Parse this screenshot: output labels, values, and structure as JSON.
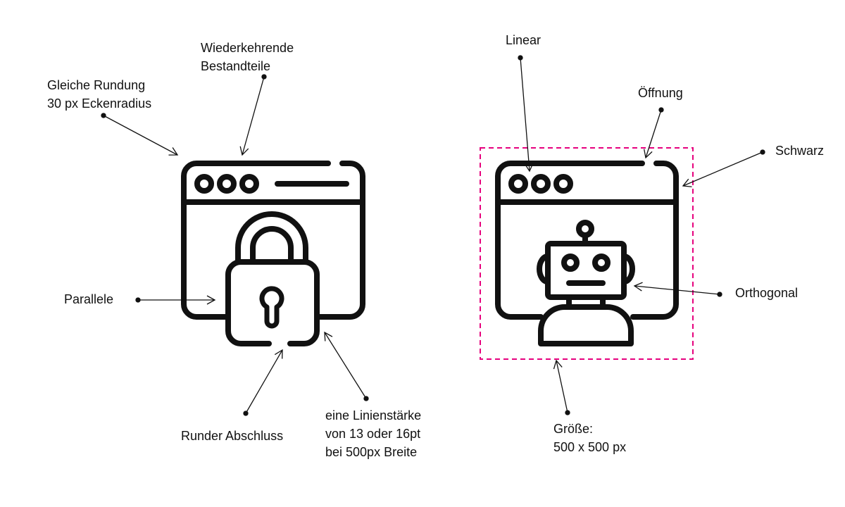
{
  "colors": {
    "stroke": "#111111",
    "size_frame": "#e6007e",
    "background": "#ffffff"
  },
  "icons": [
    "browser-lock-icon",
    "browser-robot-icon"
  ],
  "left_annotations": {
    "gleiche_rundung": [
      "Gleiche Rundung",
      "30 px Eckenradius"
    ],
    "wiederkehrende": [
      "Wiederkehrende",
      "Bestandteile"
    ],
    "parallele": "Parallele",
    "runder_abschluss": "Runder Abschluss",
    "linienstaerke": [
      "eine Linienstärke",
      "von 13 oder 16pt",
      "bei 500px Breite"
    ]
  },
  "right_annotations": {
    "linear": "Linear",
    "oeffnung": "Öffnung",
    "schwarz": "Schwarz",
    "orthogonal": "Orthogonal",
    "groesse": [
      "Größe:",
      "500 x 500 px"
    ]
  }
}
